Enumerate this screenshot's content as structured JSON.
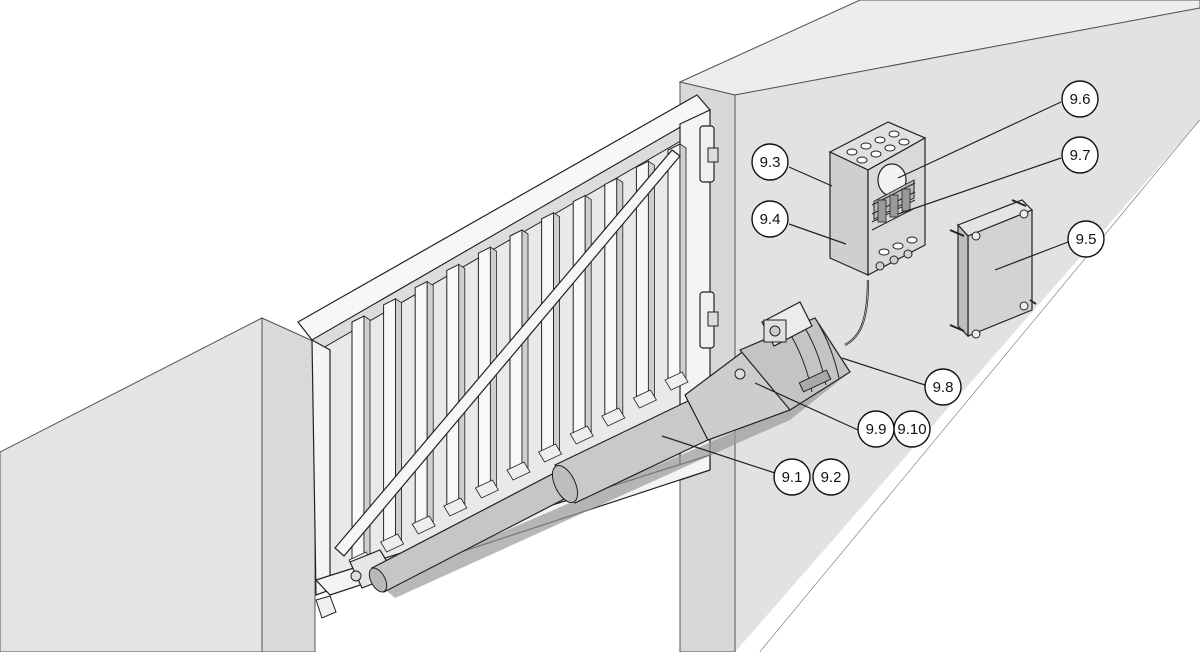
{
  "colors": {
    "wall": "#e4e4e4",
    "wall_top": "#ededed",
    "wall_edge": "#9a9a9a",
    "gate_frame": "#f6f6f6",
    "gate_shadow": "#d4d4d4",
    "actuator": "#c8c8c8",
    "actuator_dark": "#a8a8a8",
    "box": "#d2d2d2",
    "line": "#1a1a1a",
    "callout_fill": "#ffffff"
  },
  "callouts": [
    {
      "id": "c-9-3",
      "label": "9.3"
    },
    {
      "id": "c-9-4",
      "label": "9.4"
    },
    {
      "id": "c-9-6",
      "label": "9.6"
    },
    {
      "id": "c-9-7",
      "label": "9.7"
    },
    {
      "id": "c-9-5",
      "label": "9.5"
    },
    {
      "id": "c-9-8",
      "label": "9.8"
    },
    {
      "id": "c-9-9",
      "label": "9.9"
    },
    {
      "id": "c-9-10",
      "label": "9.10"
    },
    {
      "id": "c-9-1",
      "label": "9.1"
    },
    {
      "id": "c-9-2",
      "label": "9.2"
    }
  ]
}
